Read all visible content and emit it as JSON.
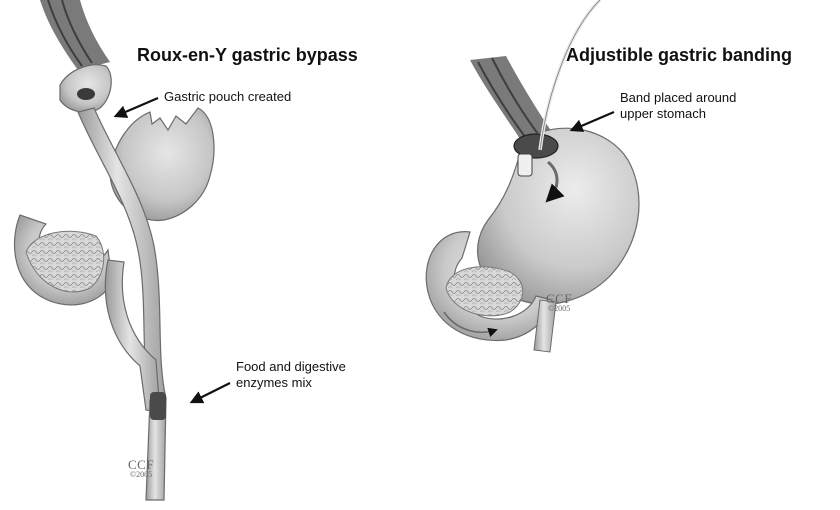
{
  "left_panel": {
    "title": "Roux-en-Y gastric bypass",
    "labels": {
      "pouch": "Gastric pouch created",
      "mix_line1": "Food and digestive",
      "mix_line2": "enzymes mix"
    },
    "watermark": {
      "mark": "CCF",
      "year": "©2005"
    }
  },
  "right_panel": {
    "title": "Adjustible gastric banding",
    "labels": {
      "band_line1": "Band placed around",
      "band_line2": "upper stomach"
    },
    "watermark": {
      "mark": "CCF",
      "year": "©2005"
    }
  },
  "colors": {
    "tissue_light": "#d9d9d9",
    "tissue_mid": "#bdbdbd",
    "tissue_dark": "#8f8f8f",
    "outline": "#6b6b6b",
    "arrow": "#111111"
  }
}
